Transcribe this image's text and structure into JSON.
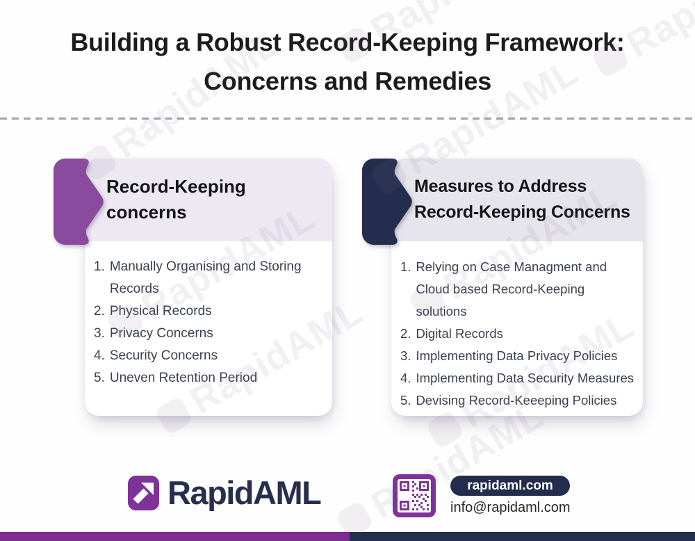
{
  "title": {
    "line1": "Building a Robust Record-Keeping Framework:",
    "line2": "Concerns and Remedies"
  },
  "watermark": {
    "text": "RapidAML"
  },
  "cards": [
    {
      "accent_color": "#8A4A9E",
      "header_bg": "#EDE9F3",
      "title_line1": "Record-Keeping",
      "title_line2": "concerns",
      "items": [
        {
          "num": "1.",
          "text": "Manually Organising and Storing Records"
        },
        {
          "num": "2.",
          "text": "Physical Records"
        },
        {
          "num": "3.",
          "text": "Privacy Concerns"
        },
        {
          "num": "4.",
          "text": "Security Concerns"
        },
        {
          "num": "5.",
          "text": "Uneven Retention Period"
        }
      ]
    },
    {
      "accent_color": "#232E4F",
      "header_bg": "#E7E5EC",
      "title_line1": "Measures to Address",
      "title_line2": "Record-Keeping Concerns",
      "items": [
        {
          "num": "1.",
          "text": "Relying on Case Managment and Cloud based Record-Keeping solutions"
        },
        {
          "num": "2.",
          "text": "Digital Records"
        },
        {
          "num": "3.",
          "text": "Implementing Data Privacy Policies"
        },
        {
          "num": "4.",
          "text": "Implementing Data Security Measures"
        },
        {
          "num": "5.",
          "text": "Devising Record-Keeeping Policies"
        }
      ]
    }
  ],
  "footer": {
    "brand": "RapidAML",
    "website": "rapidaml.com",
    "email": "info@rapidaml.com"
  },
  "colors": {
    "purple": "#7E3399",
    "purple_bar": "#7C2D90",
    "navy": "#232E4F",
    "navy_bar": "#262E4E",
    "divider": "#AB9CB2"
  }
}
